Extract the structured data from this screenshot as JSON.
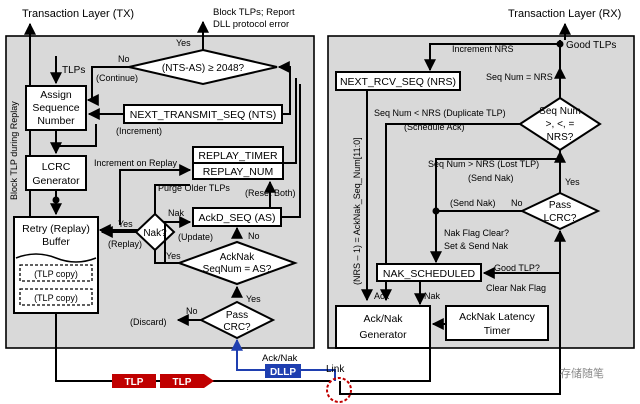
{
  "headers": {
    "tx": "Transaction Layer (TX)",
    "rx": "Transaction Layer (RX)",
    "block_tlps_line1": "Block TLPs; Report",
    "block_tlps_line2": "DLL protocol error"
  },
  "tx": {
    "tlps": "TLPs",
    "assign_seq": [
      "Assign",
      "Sequence",
      "Number"
    ],
    "lcrc": [
      "LCRC",
      "Generator"
    ],
    "retry_buffer": [
      "Retry (Replay)",
      "Buffer"
    ],
    "tlp_copy_1": "(TLP copy)",
    "tlp_copy_2": "(TLP copy)",
    "side_label": "Block TLP during Replay",
    "next_transmit_seq": "NEXT_TRANSMIT_SEQ (NTS)",
    "nts_as_decision": "(NTS-AS) ≥ 2048?",
    "yes_top": "Yes",
    "no_top": "No",
    "continue": "(Continue)",
    "increment": "(Increment)",
    "increment_on_replay": "Increment on Replay",
    "replay_timer": "REPLAY_TIMER",
    "replay_num": "REPLAY_NUM",
    "purge": "Purge Older TLPs",
    "reset_both": "(Reset Both)",
    "ackd_seq": "AckD_SEQ (AS)",
    "nak_decision": "Nak?",
    "nak_label": "Nak",
    "yes_nak": "Yes",
    "replay": "(Replay)",
    "update": "(Update)",
    "no_acknak": "No",
    "acknak_decision": [
      "AckNak",
      "SeqNum = AS?"
    ],
    "yes_acknak": "Yes",
    "yes_crc": "Yes",
    "pass_crc": [
      "Pass",
      "CRC?"
    ],
    "no_crc": "No",
    "discard": "(Discard)"
  },
  "link": {
    "acknak": "Ack/Nak",
    "dllp": "DLLP",
    "link_label": "Link",
    "tlp1": "TLP",
    "tlp2": "TLP"
  },
  "rx": {
    "increment_nrs": "Increment NRS",
    "good_tlps": "Good TLPs",
    "next_rcv_seq": "NEXT_RCV_SEQ (NRS)",
    "seq_eq_nrs": "Seq Num = NRS",
    "seq_lt_nrs": "Seq Num < NRS (Duplicate TLP)",
    "schedule_ack": "(Schedule Ack)",
    "seq_decision": [
      "Seq Num",
      ">, <, =",
      "NRS?"
    ],
    "seq_gt_nrs": "Seq Num > NRS (Lost TLP)",
    "send_nak_1": "(Send Nak)",
    "yes_lcrc": "Yes",
    "send_nak_2": "(Send Nak)",
    "no_lcrc": "No",
    "pass_lcrc": [
      "Pass",
      "LCRC?"
    ],
    "side_label": "(NRS – 1) = AckNak_Seq_Num[11:0]",
    "nak_flag_clear": "Nak Flag Clear?",
    "set_send_nak": "Set & Send Nak",
    "nak_scheduled": "NAK_SCHEDULED",
    "good_tlp_q": "Good TLP?",
    "clear_nak_flag": "Clear Nak Flag",
    "ack": "Ack",
    "nak": "Nak",
    "acknak_gen": [
      "Ack/Nak",
      "Generator"
    ],
    "latency_timer": [
      "AckNak Latency",
      "Timer"
    ]
  },
  "watermark": "存储随笔"
}
